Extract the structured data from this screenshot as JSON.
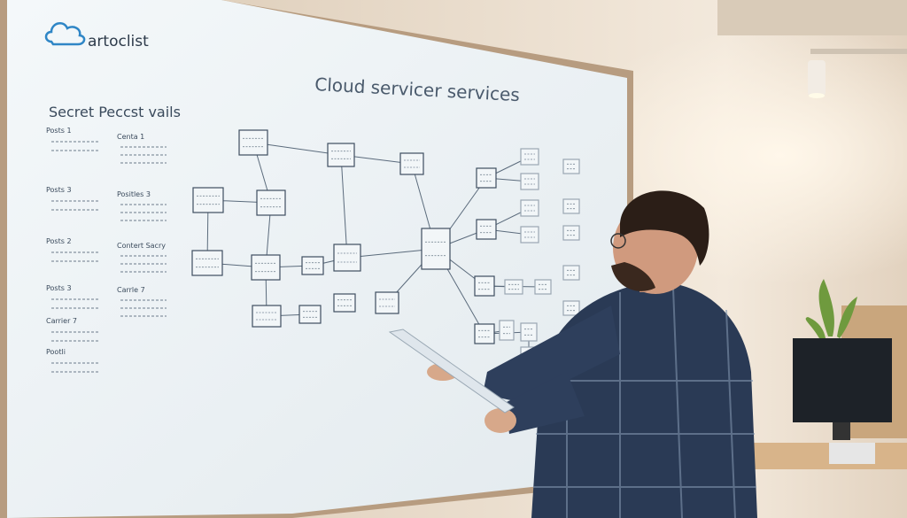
{
  "whiteboard": {
    "logo_text": "artoclist",
    "title": "Cloud servicer services",
    "left_heading": "Secret   Peccst   vails",
    "left_notes": [
      "Posts 1",
      "Posts 3",
      "Posts 2",
      "Posts 3",
      "Carrier 7",
      "Pootli"
    ],
    "left_notes_b": [
      "Centa 1",
      "Positles 3",
      "Contert Sacry",
      "Carrle 7"
    ]
  },
  "colors": {
    "wall": "#e9dccb",
    "board": "#eef3f6",
    "ink": "#3a4a5c",
    "shirt": "#2a3a55",
    "frame": "#b79c80"
  }
}
